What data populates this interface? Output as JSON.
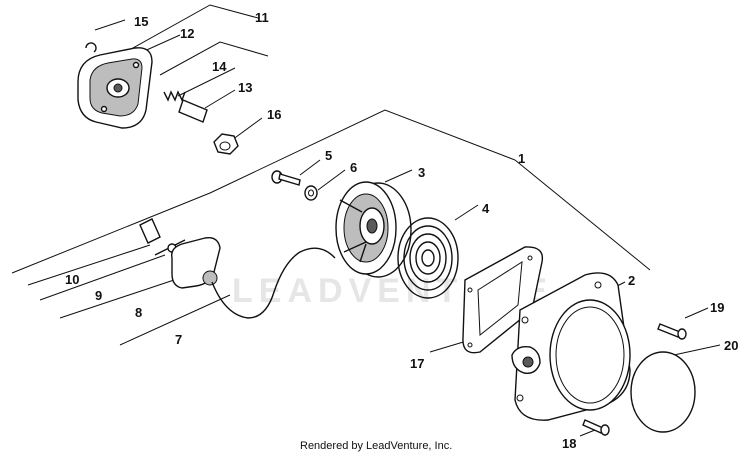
{
  "watermark": "LEADVENTURE",
  "credit": "Rendered by LeadVenture, Inc.",
  "callouts": [
    "1",
    "2",
    "3",
    "4",
    "5",
    "6",
    "7",
    "8",
    "9",
    "10",
    "11",
    "12",
    "13",
    "14",
    "15",
    "16",
    "17",
    "18",
    "19",
    "20"
  ],
  "colors": {
    "ink": "#111111",
    "shade": "#bdbdbd",
    "watermark": "#e6e6e6"
  }
}
